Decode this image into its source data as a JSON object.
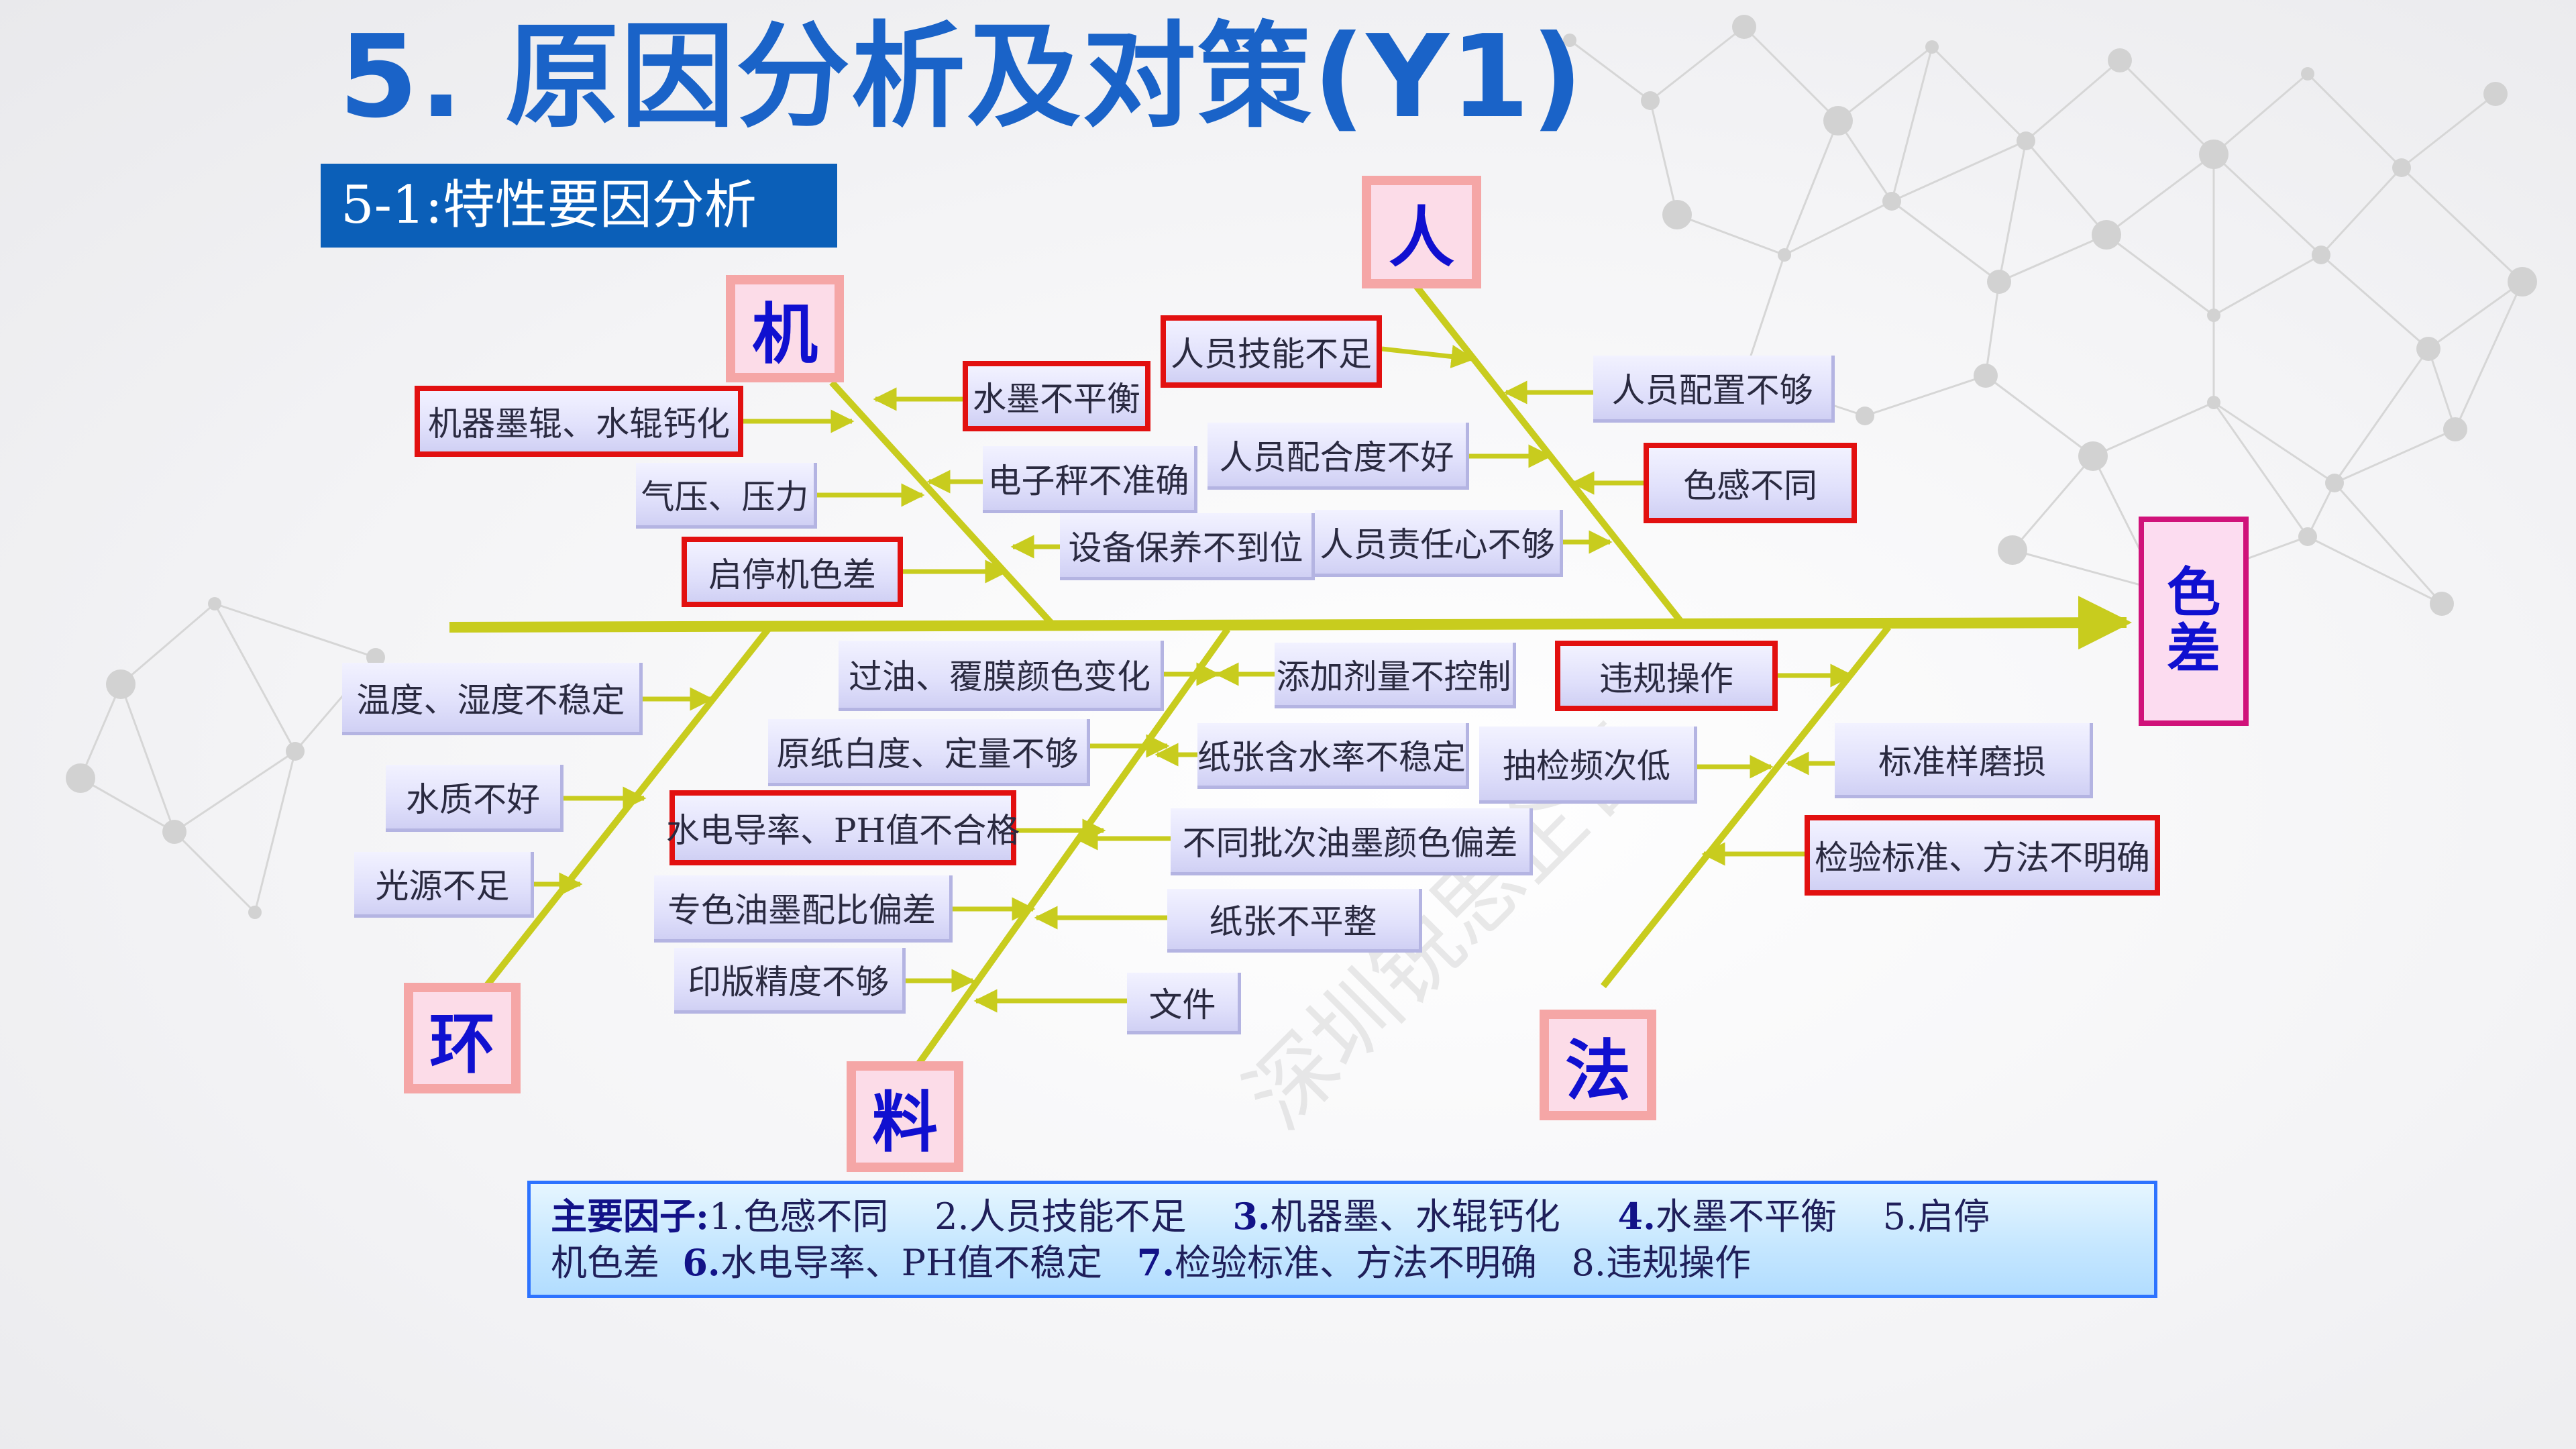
{
  "title": "5. 原因分析及对策(Y1)",
  "subtitle": "5-1:特性要因分析",
  "effect": "色差",
  "categories": {
    "man": "人",
    "machine": "机",
    "environment": "环",
    "material": "料",
    "method": "法"
  },
  "causes": {
    "machine_ink_roller": "机器墨辊、水辊钙化",
    "machine_air_pressure": "气压、压力",
    "machine_start_stop": "启停机色差",
    "machine_water_ink": "水墨不平衡",
    "machine_scale": "电子秤不准确",
    "machine_maintenance": "设备保养不到位",
    "man_skill": "人员技能不足",
    "man_cooperation": "人员配合度不好",
    "man_responsibility": "人员责任心不够",
    "man_staffing": "人员配置不够",
    "man_color_sense": "色感不同",
    "env_temp_humidity": "温度、湿度不稳定",
    "env_water": "水质不好",
    "env_light": "光源不足",
    "mat_varnish": "过油、覆膜颜色变化",
    "mat_paper_white": "原纸白度、定量不够",
    "mat_conductivity": "水电导率、PH值不合格",
    "mat_spot_ink": "专色油墨配比偏差",
    "mat_plate": "印版精度不够",
    "mat_additive": "添加剂量不控制",
    "mat_moisture": "纸张含水率不稳定",
    "mat_ink_batch": "不同批次油墨颜色偏差",
    "mat_flatness": "纸张不平整",
    "mat_document": "文件",
    "method_violation": "违规操作",
    "method_sampling": "抽检频次低",
    "method_standard_wear": "标准样磨损",
    "method_unclear_std": "检验标准、方法不明确"
  },
  "summary": {
    "label": "主要因子:",
    "n1": "1.",
    "t1": "色感不同",
    "n2": "2.",
    "t2": "人员技能不足",
    "n3": "3.",
    "t3": "机器墨、水辊钙化",
    "n4": "4.",
    "t4": "水墨不平衡",
    "n5": "5.",
    "t5a": "启停",
    "t5b": "机色差",
    "n6": "6.",
    "t6": "水电导率、PH值不稳定",
    "n7": "7.",
    "t7": "检验标准、方法不明确",
    "n8": "8.",
    "t8": "违规操作"
  },
  "colors": {
    "title": "#1a63c8",
    "subtitle_bg": "#0b5fb8",
    "bone": "#c8cc1e",
    "key_border": "#e21010",
    "category_text": "#1010d0"
  },
  "watermark": "深圳锐思企管"
}
